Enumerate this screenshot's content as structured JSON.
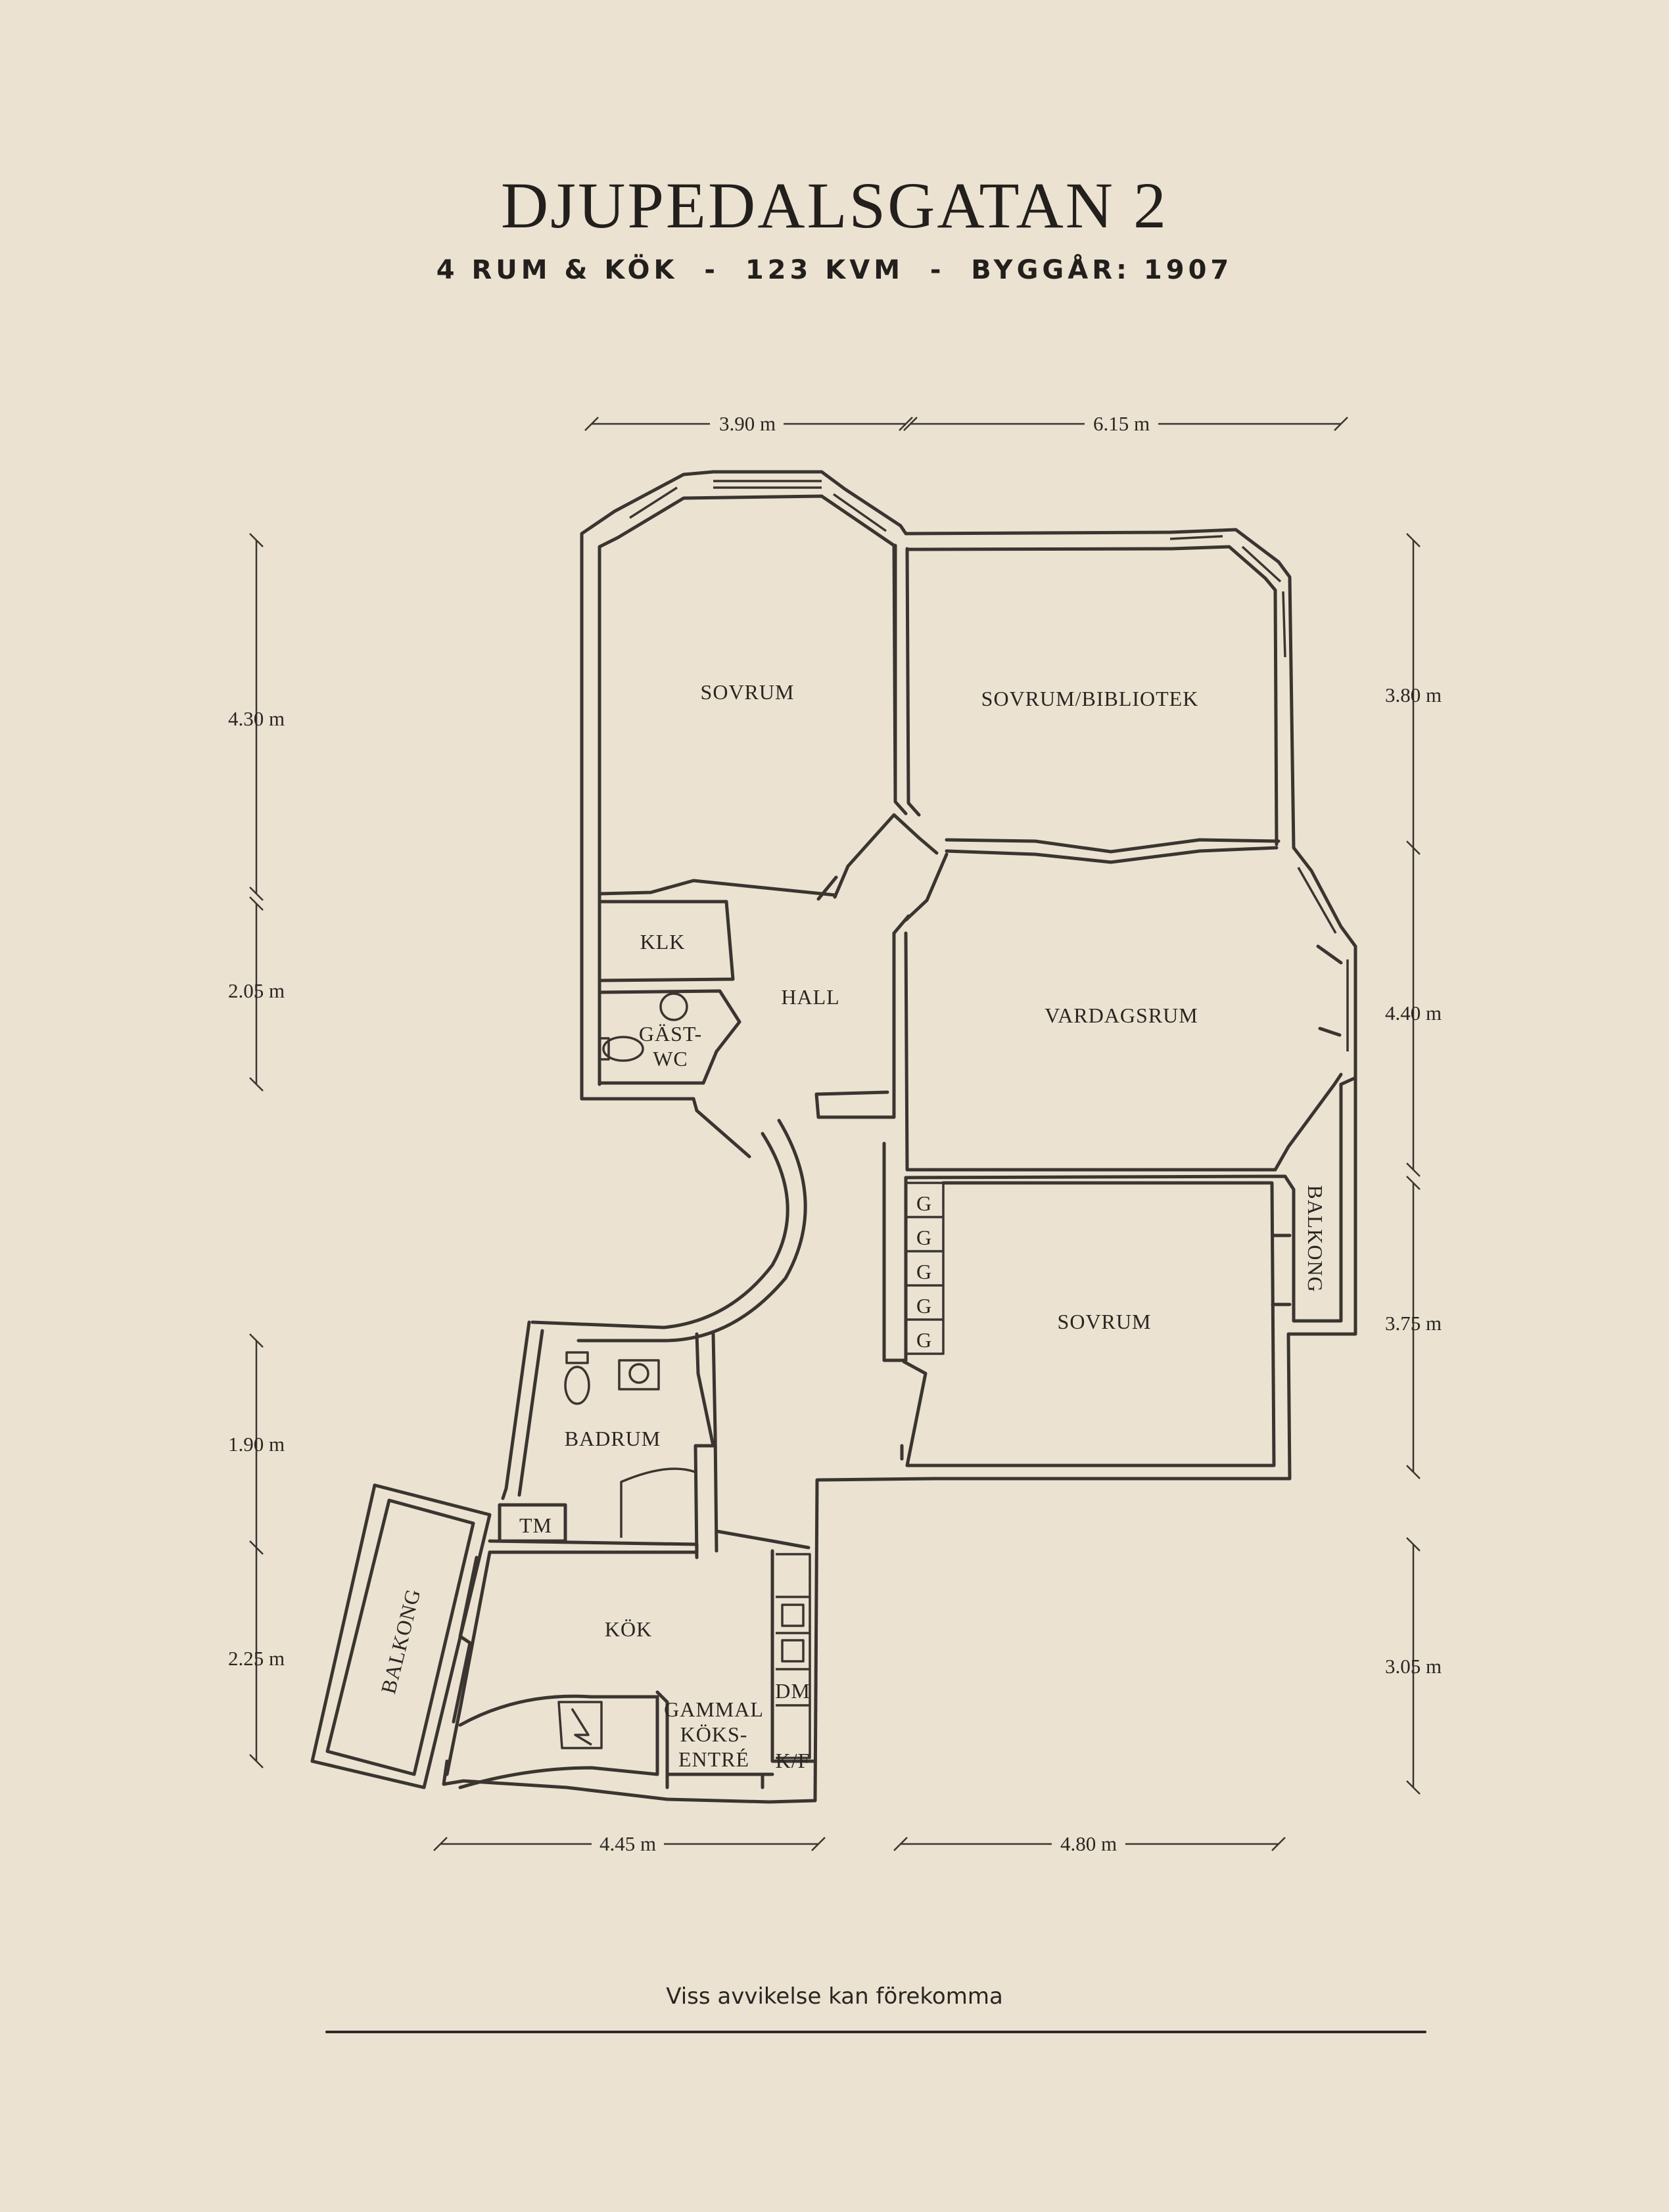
{
  "header": {
    "title": "DJUPEDALSGATAN 2",
    "subtitle": "4 RUM & KÖK  -  123 KVM  -  BYGGÅR: 1907"
  },
  "rooms": {
    "sovrum_1": "SOVRUM",
    "sovrum_bibliotek": "SOVRUM/BIBLIOTEK",
    "klk": "KLK",
    "gast_wc_1": "GÄST-",
    "gast_wc_2": "WC",
    "hall": "HALL",
    "vardagsrum": "VARDAGSRUM",
    "balkong_right": "BALKONG",
    "sovrum_2": "SOVRUM",
    "g1": "G",
    "g2": "G",
    "g3": "G",
    "g4": "G",
    "g5": "G",
    "badrum": "BADRUM",
    "tm": "TM",
    "kok": "KÖK",
    "balkong_left": "BALKONG",
    "gammal_1": "GAMMAL",
    "gammal_2": "KÖKS-",
    "gammal_3": "ENTRÉ",
    "dm": "DM",
    "kf": "K/F"
  },
  "dimensions": {
    "top_left": "3.90 m",
    "top_right": "6.15 m",
    "left_1": "4.30 m",
    "left_2": "2.05 m",
    "left_3": "1.90 m",
    "left_4": "2.25 m",
    "right_1": "3.80 m",
    "right_2": "4.40 m",
    "right_3": "3.75 m",
    "right_4": "3.05 m",
    "bottom_left": "4.45 m",
    "bottom_right": "4.80 m"
  },
  "footer": {
    "disclaimer": "Viss avvikelse kan förekomma"
  },
  "colors": {
    "background": "#ebe2d1",
    "ink": "#2a2622"
  }
}
